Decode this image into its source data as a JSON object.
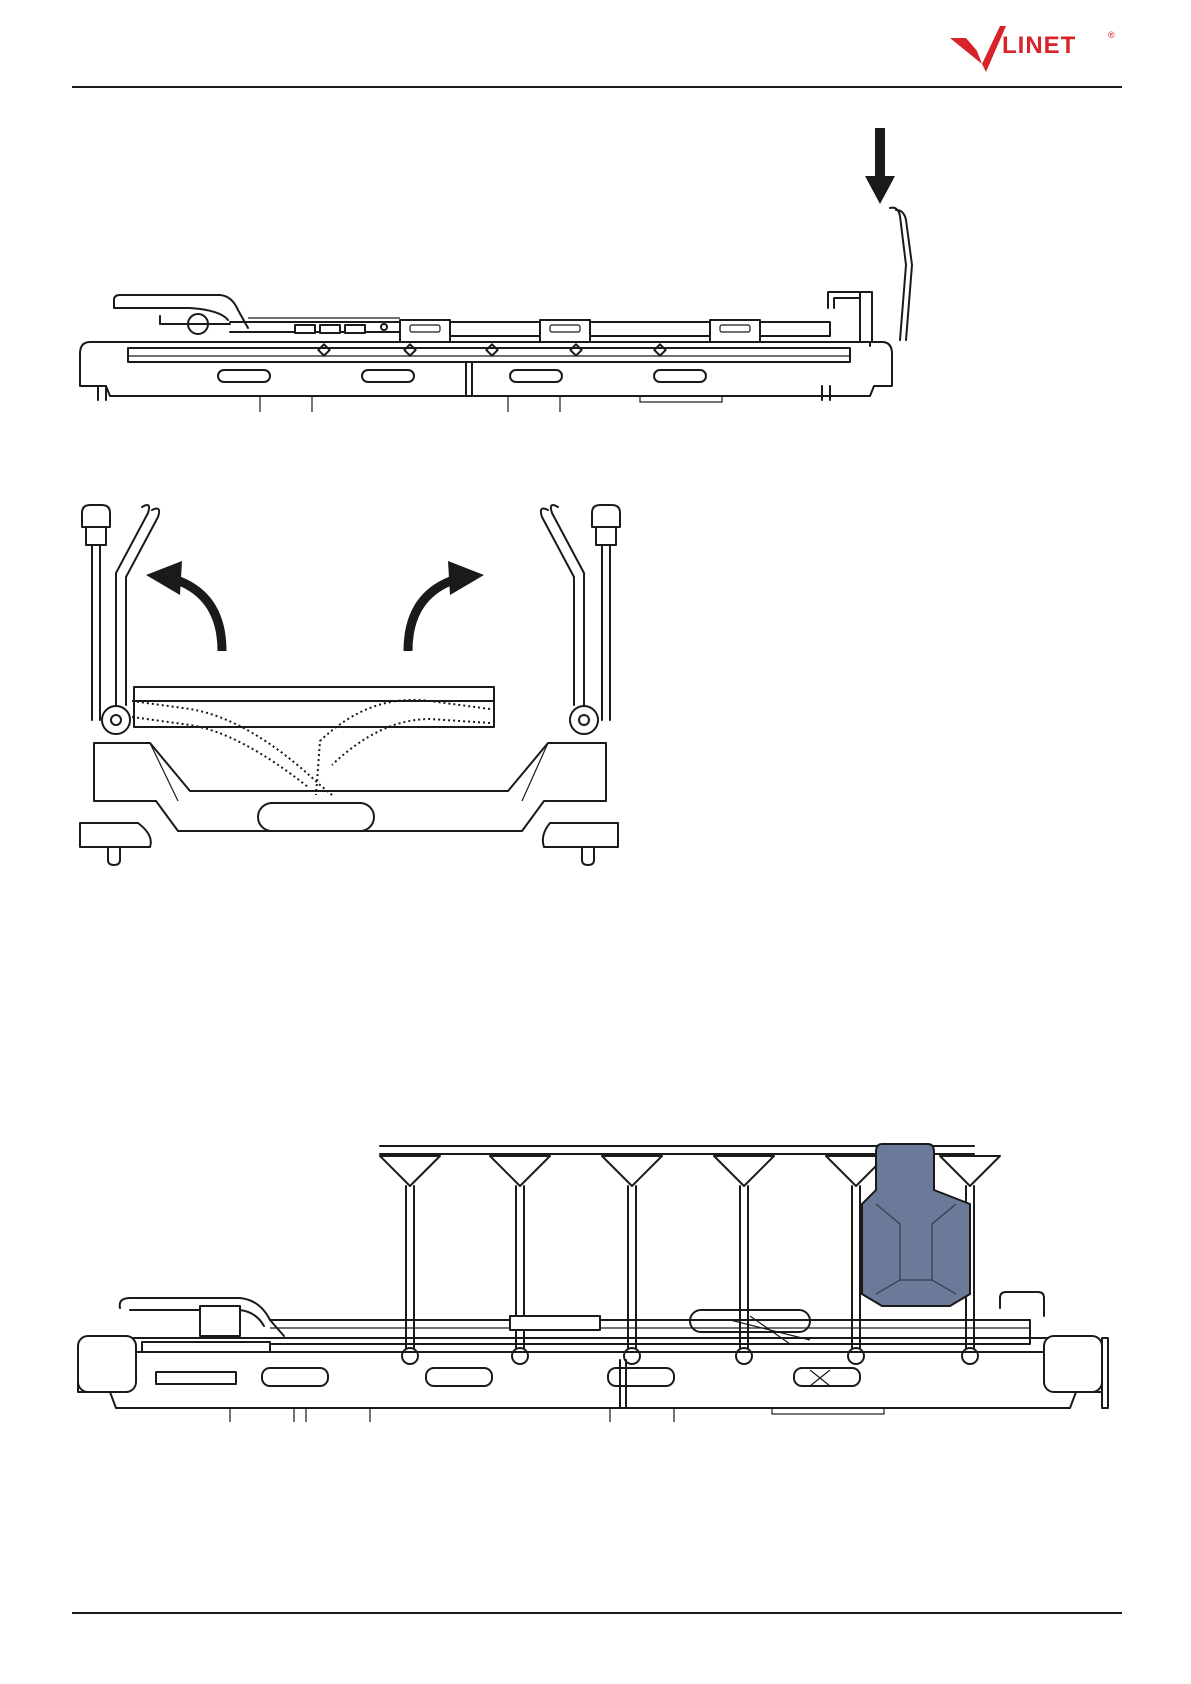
{
  "header": {
    "brand_name": "LINET",
    "registered_mark": "®",
    "brand_color": "#d8232a"
  },
  "figures": [
    {
      "name": "side-view-folded-handle",
      "arrow": "down-arrow-icon"
    },
    {
      "name": "end-view-push-handles",
      "arrows": [
        "curved-arrow-left-icon",
        "curved-arrow-right-icon"
      ]
    },
    {
      "name": "side-view-siderail-raised",
      "highlight_color": "#6b7a99"
    }
  ],
  "colors": {
    "line": "#1a1a1a",
    "background": "#ffffff"
  }
}
